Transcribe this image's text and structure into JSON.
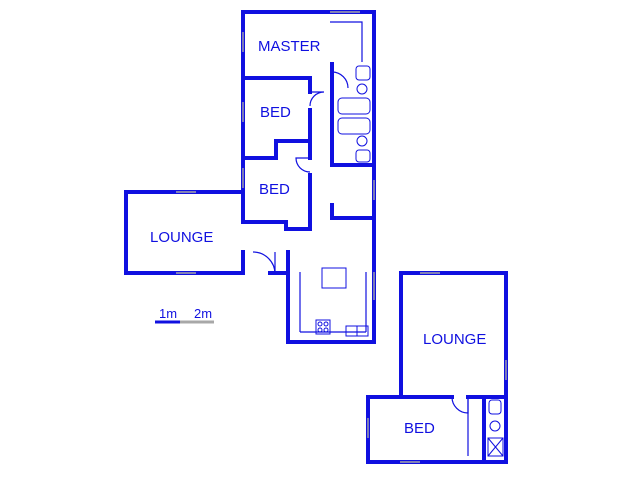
{
  "plan": {
    "rooms": {
      "master": "MASTER",
      "bed_upper": "BED",
      "bed_middle": "BED",
      "lounge_left": "LOUNGE",
      "lounge_right": "LOUNGE",
      "bed_right": "BED"
    },
    "scale": {
      "one": "1m",
      "two": "2m"
    },
    "colors": {
      "wall": "#1010e0",
      "gray": "#a8a8a8"
    }
  }
}
